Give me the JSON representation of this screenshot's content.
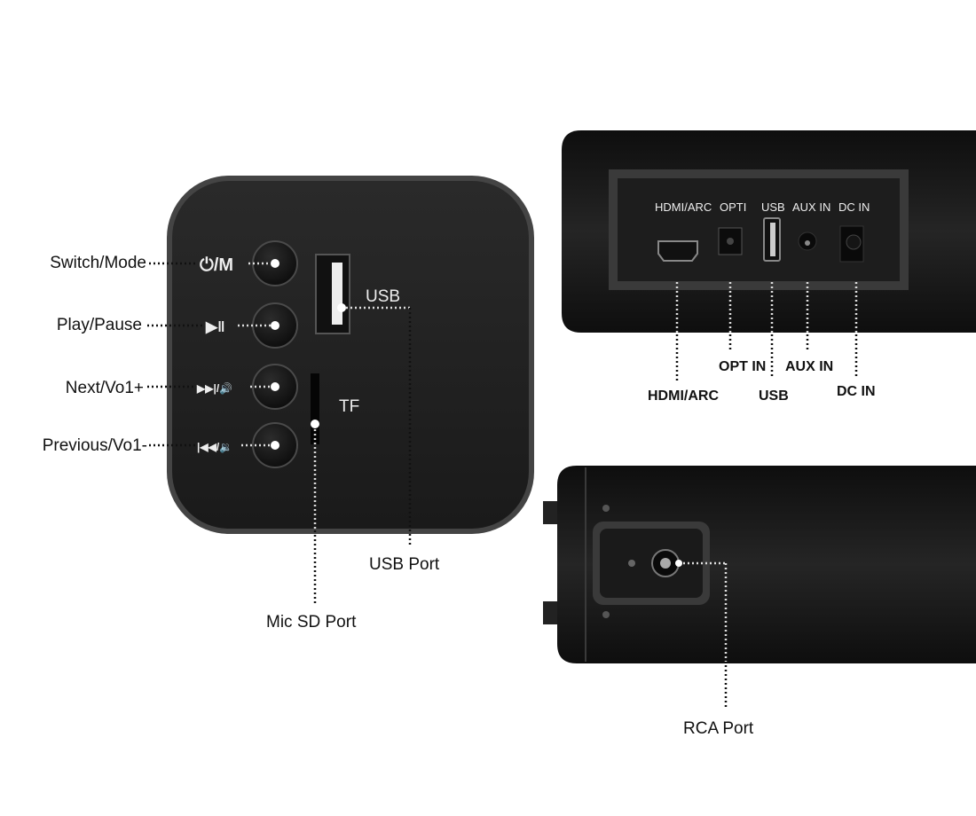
{
  "side_panel": {
    "buttons": [
      {
        "label": "Switch/Mode",
        "icon_text": "⏻/M"
      },
      {
        "label": "Play/Pause",
        "icon_text": "▶ǁ"
      },
      {
        "label": "Next/Vo1+",
        "icon_text": "▶▶|/🔊"
      },
      {
        "label": "Previous/Vo1-",
        "icon_text": "|◀◀/🔉"
      }
    ],
    "usb_label": "USB",
    "tf_label": "TF",
    "usb_port_callout": "USB Port",
    "sd_port_callout": "Mic SD Port"
  },
  "rear_panel": {
    "printed_labels": [
      "HDMI/ARC",
      "OPTI",
      "USB",
      "AUX IN",
      "DC IN"
    ],
    "callouts": {
      "hdmi": "HDMI/ARC",
      "opt": "OPT IN",
      "usb": "USB",
      "aux": "AUX IN",
      "dc": "DC IN"
    }
  },
  "bottom_panel": {
    "rca_callout": "RCA Port"
  }
}
